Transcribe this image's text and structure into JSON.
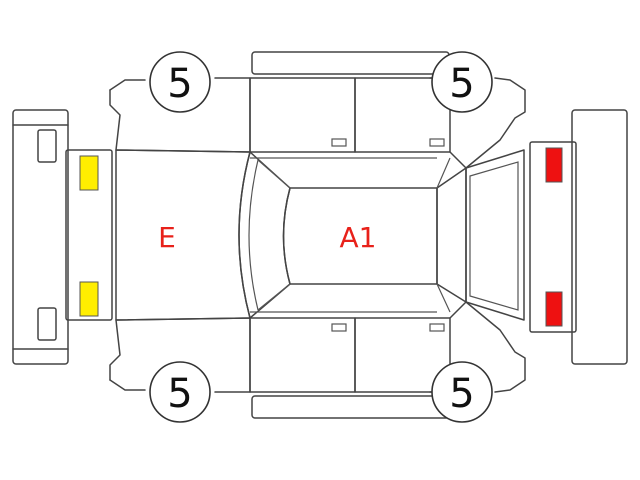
{
  "markers": {
    "hood": "E",
    "roof": "A1"
  },
  "tires": {
    "front_left": "5",
    "rear_left": "5",
    "front_right": "5",
    "rear_right": "5"
  },
  "colors": {
    "line": "#444444",
    "marker_text": "#e8211a",
    "front_lamp": "#ffee00",
    "rear_lamp": "#ee1111"
  }
}
